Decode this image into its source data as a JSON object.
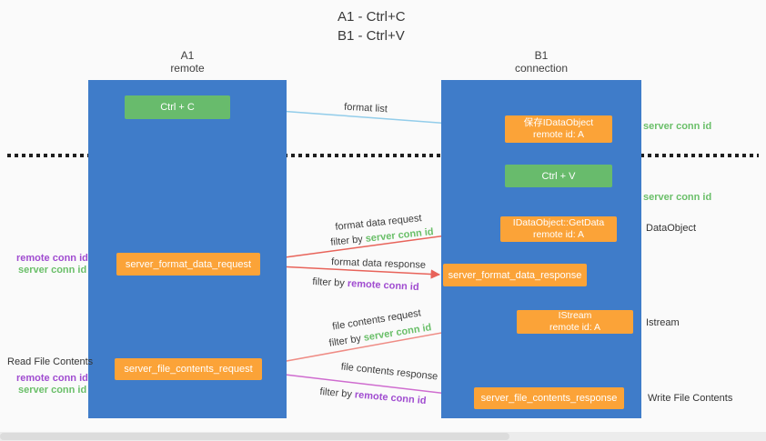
{
  "title": {
    "line1": "A1 - Ctrl+C",
    "line2": "B1 - Ctrl+V"
  },
  "lanes": {
    "left": {
      "name": "A1",
      "role": "remote"
    },
    "right": {
      "name": "B1",
      "role": "connection"
    }
  },
  "nodes": {
    "ctrl_c": {
      "label": "Ctrl + C"
    },
    "ctrl_v": {
      "label": "Ctrl + V"
    },
    "save_dataobject": {
      "line1": "保存IDataObject",
      "line2": "remote id: A"
    },
    "getdata": {
      "line1": "IDataObject::GetData",
      "line2": "remote id: A"
    },
    "istream": {
      "line1": "IStream",
      "line2": "remote id: A"
    },
    "format_request": {
      "label": "server_format_data_request"
    },
    "format_response": {
      "label": "server_format_data_response"
    },
    "file_request": {
      "label": "server_file_contents_request"
    },
    "file_response": {
      "label": "server_file_contents_response"
    }
  },
  "annotations": {
    "format_list": "format list",
    "server_conn_id": "server conn id",
    "remote_conn_id": "remote conn id",
    "filter_by": "filter by",
    "format_data_request": "format data request",
    "format_data_response": "format data response",
    "file_contents_request": "file contents request",
    "file_contents_response": "file contents response",
    "dataobject": "DataObject",
    "istream": "Istream",
    "read_file_contents": "Read File Contents",
    "write_file_contents": "Write File Contents"
  },
  "colors": {
    "lane_blue": "#3f7cc9",
    "node_green": "#68bb6c",
    "node_orange": "#fba338",
    "text_green": "#6abf69",
    "text_purple": "#a04cd0",
    "arrow_blue": "#93cdea",
    "arrow_red": "#e8635a",
    "arrow_salmon": "#ef8c85",
    "arrow_magenta": "#cf6ccf",
    "arrow_black": "#1f1f1f",
    "divider_black": "#1f1f1f"
  }
}
